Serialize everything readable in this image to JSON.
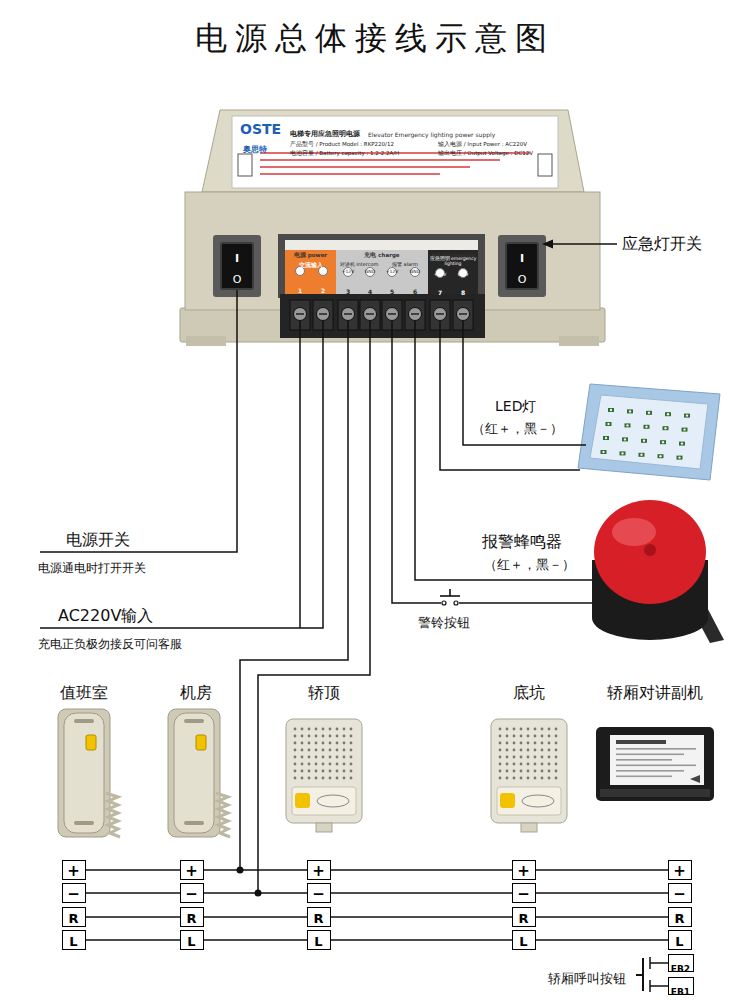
{
  "diagram": {
    "title": "电源总体接线示意图",
    "nodes": [
      {
        "text": [
          "OSTE",
          "奥思特",
          "电梯专用应急照明电源",
          "Elevator Emergency lighting power supply",
          "产品型号 / Product Model : RKP220/12",
          "输入电源 / Input Power : AC220V",
          "电池容量 / Battery capacity : 1.2-2.2A/H",
          "输出电压 / Output Voltage : DC12V"
        ]
      },
      {
        "text": [
          "I",
          "O"
        ],
        "in": 0
      },
      {
        "text": [
          "电源 power",
          "交流输入",
          "1",
          "2"
        ],
        "in": 0
      },
      {
        "text": [
          "充电 charge",
          "对讲机 intercom",
          "+12V",
          "GND",
          "报警 alarm",
          "+12V",
          "GND",
          "3",
          "4",
          "5",
          "6"
        ],
        "in": 0
      },
      {
        "text": [
          "放电 discharging",
          "应急照明 emergency lighting",
          "+12V",
          "GND",
          "7",
          "8"
        ],
        "in": 0
      },
      {
        "text": [
          "I",
          "O"
        ],
        "in": 0
      },
      {
        "text": [
          "LED灯",
          "（红＋，黑－）"
        ]
      },
      {
        "text": [
          "报警蜂鸣器",
          "（红＋，黑－）"
        ]
      },
      {
        "text": [
          "值班室"
        ]
      },
      {
        "text": [
          "机房"
        ]
      },
      {
        "text": [
          "轿顶"
        ]
      },
      {
        "text": [
          "底坑"
        ]
      },
      {
        "text": [
          "轿厢对讲副机"
        ]
      },
      {
        "text": [
          "+"
        ]
      },
      {
        "text": [
          "−"
        ]
      },
      {
        "text": [
          "R"
        ]
      },
      {
        "text": [
          "L"
        ]
      },
      {
        "text": [
          "+"
        ]
      },
      {
        "text": [
          "−"
        ]
      },
      {
        "text": [
          "R"
        ]
      },
      {
        "text": [
          "L"
        ]
      },
      {
        "text": [
          "+"
        ]
      },
      {
        "text": [
          "−"
        ]
      },
      {
        "text": [
          "R"
        ]
      },
      {
        "text": [
          "L"
        ]
      },
      {
        "text": [
          "+"
        ]
      },
      {
        "text": [
          "−"
        ]
      },
      {
        "text": [
          "R"
        ]
      },
      {
        "text": [
          "L"
        ]
      },
      {
        "text": [
          "+"
        ]
      },
      {
        "text": [
          "−"
        ]
      },
      {
        "text": [
          "R"
        ]
      },
      {
        "text": [
          "L"
        ]
      },
      {
        "text": [
          "EB2"
        ]
      },
      {
        "text": [
          "EB1"
        ]
      }
    ],
    "edges": [
      {
        "from": 0,
        "to": 6,
        "arrow": "none"
      },
      {
        "from": 0,
        "to": 6,
        "arrow": "none"
      },
      {
        "from": 0,
        "to": 7,
        "arrow": "none"
      },
      {
        "from": 0,
        "to": 7,
        "arrow": "none"
      },
      {
        "from": 13,
        "to": 17,
        "arrow": "none"
      },
      {
        "from": 17,
        "to": 21,
        "arrow": "none"
      },
      {
        "from": 21,
        "to": 25,
        "arrow": "none"
      },
      {
        "from": 25,
        "to": 29,
        "arrow": "none"
      },
      {
        "from": 14,
        "to": 18,
        "arrow": "none"
      },
      {
        "from": 18,
        "to": 22,
        "arrow": "none"
      },
      {
        "from": 22,
        "to": 26,
        "arrow": "none"
      },
      {
        "from": 26,
        "to": 30,
        "arrow": "none"
      },
      {
        "from": 15,
        "to": 19,
        "arrow": "none"
      },
      {
        "from": 19,
        "to": 23,
        "arrow": "none"
      },
      {
        "from": 23,
        "to": 27,
        "arrow": "none"
      },
      {
        "from": 27,
        "to": 31,
        "arrow": "none"
      },
      {
        "from": 16,
        "to": 20,
        "arrow": "none"
      },
      {
        "from": 20,
        "to": 24,
        "arrow": "none"
      },
      {
        "from": 24,
        "to": 28,
        "arrow": "none"
      },
      {
        "from": 28,
        "to": 32,
        "arrow": "none"
      }
    ],
    "labels": [
      "应急灯开关",
      "电源开关",
      "电源通电时打开开关",
      "AC220V输入",
      "充电正负极勿接反可问客服",
      "警铃按钮",
      "轿厢呼叫按钮"
    ]
  }
}
